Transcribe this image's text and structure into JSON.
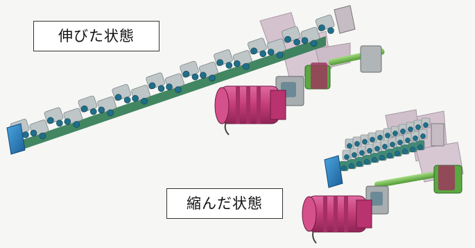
{
  "labels": {
    "extended": "伸びた状態",
    "retracted": "縮んだ状態"
  },
  "colors": {
    "chain_plate": "#bfc6c8",
    "chain_link": "#3e8a78",
    "chain_pin": "#1f6f8a",
    "chain_underside": "#2f7a52",
    "end_block": "#2a7fc0",
    "frame": "#b5a0b0",
    "motor": "#c43c78",
    "coupling": "#5aa840",
    "shaft": "#7cbf5a",
    "bearing": "#a8aeb0"
  },
  "icons": {
    "extended_assembly": "chain-actuator-extended",
    "retracted_assembly": "chain-actuator-retracted"
  }
}
